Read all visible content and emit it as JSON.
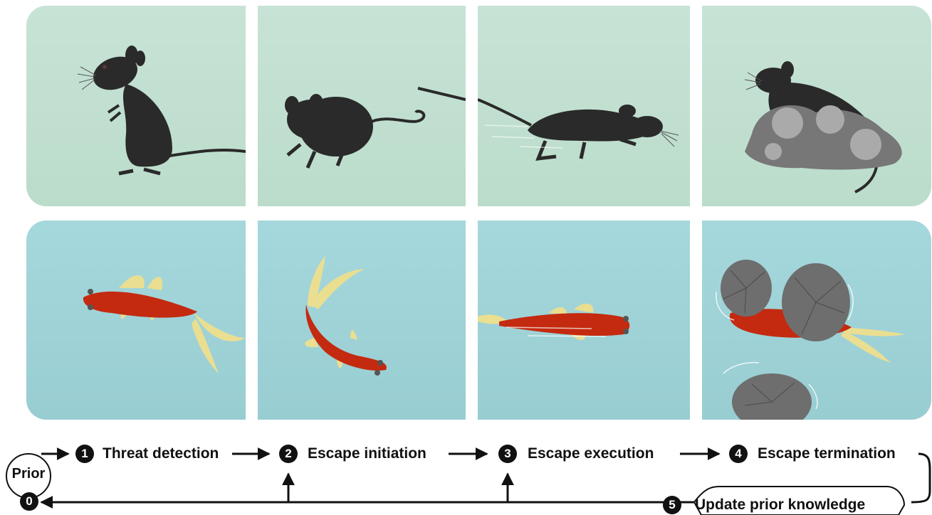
{
  "colors": {
    "mouse": "#2a2a2a",
    "fish_body": "#c42a10",
    "fish_fin": "#f3e08a",
    "lily_pad": "#6e6e6e",
    "shrub": "#777777",
    "text": "#111111"
  },
  "prior": {
    "label": "Prior",
    "number": "0"
  },
  "steps": [
    {
      "number": "1",
      "label": "Threat detection"
    },
    {
      "number": "2",
      "label": "Escape initiation"
    },
    {
      "number": "3",
      "label": "Escape execution"
    },
    {
      "number": "4",
      "label": "Escape termination"
    }
  ],
  "update": {
    "number": "5",
    "label": "Update prior knowledge"
  },
  "illustrations": {
    "mouse_row": [
      "mouse-rearing",
      "mouse-crouching",
      "mouse-running",
      "mouse-hiding-in-shrub"
    ],
    "fish_row": [
      "fish-swimming",
      "fish-turning",
      "fish-darting",
      "fish-under-lily-pads"
    ]
  }
}
